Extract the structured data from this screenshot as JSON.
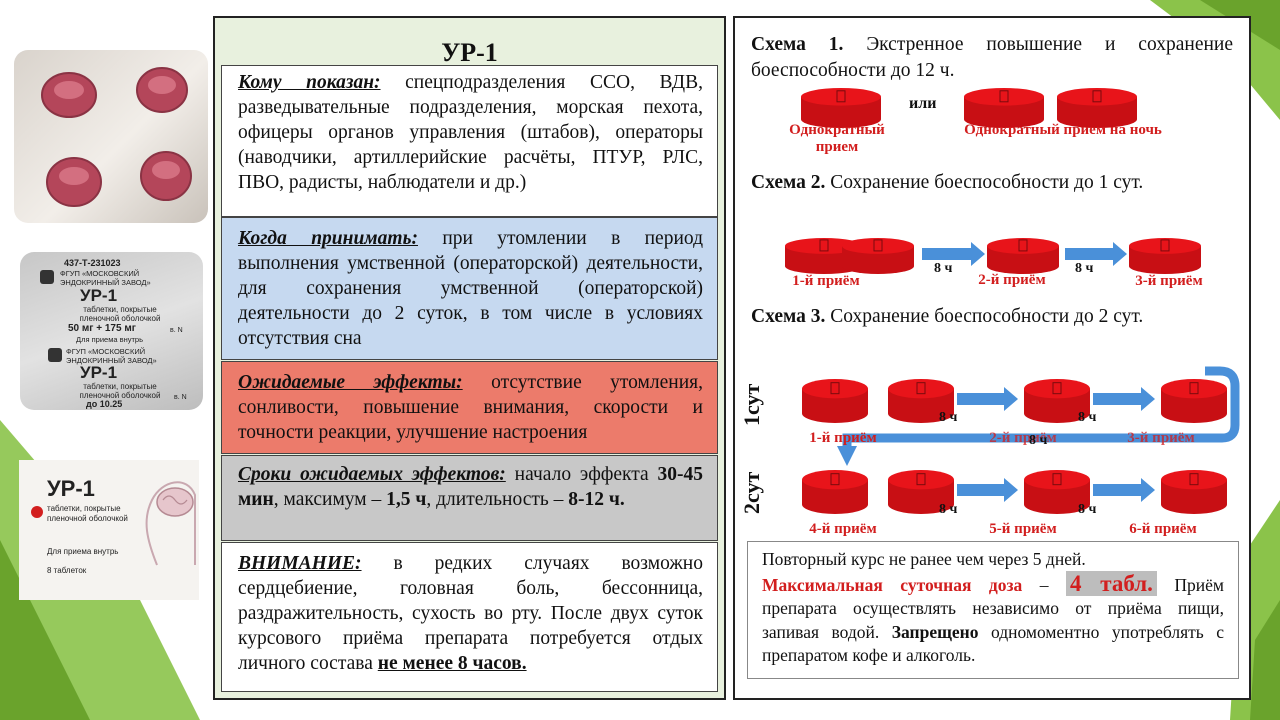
{
  "left": {
    "title": "УР-1",
    "indications": {
      "head": "Кому показан:",
      "text": " спецподразделения ССО, ВДВ, разведывательные подразделения, морская пехота, офицеры органов управления (штабов), операторы (наводчики, артиллерийские расчёты, ПТУР, РЛС, ПВО, радисты, наблюдатели и др.)"
    },
    "when": {
      "head": "Когда принимать:",
      "text": " при утомлении в период выполнения умственной (операторской) деятельности, для сохранения умственной (операторской) деятельности до 2 суток, в том числе в условиях отсутствия сна"
    },
    "effects": {
      "head": "Ожидаемые эффекты:",
      "text": " отсутствие утомления, сонливости, повышение внимания, скорости и точности реакции, улучшение настроения"
    },
    "timing": {
      "head": "Сроки ожидаемых эффектов:",
      "t1": " начало эффекта ",
      "b1": "30-45 мин",
      "t2": ", максимум – ",
      "b2": "1,5 ч",
      "t3": ", длительность – ",
      "b3": "8-12 ч."
    },
    "warning": {
      "head": "ВНИМАНИЕ:",
      "text": " в редких случаях возможно сердцебиение, головная боль, бессонница, раздражительность, сухость во рту. После двух суток курсового приёма препарата потребуется отдых личного состава ",
      "emph": "не менее 8 часов."
    }
  },
  "photos": {
    "box1": {
      "code": "437-Т-231023",
      "maker": "ФГУП «МОСКОВСКИЙ ЭНДОКРИННЫЙ ЗАВОД»",
      "name": "УР-1",
      "desc": "таблетки, покрытые пленочной оболочкой",
      "dose": "50 мг + 175 мг",
      "use": "Для приема внутрь",
      "batch": "в. N",
      "maker2": "ФГУП «МОСКОВСКИЙ ЭНДОКРИННЫЙ ЗАВОД»",
      "name2": "УР-1",
      "desc2": "таблетки, покрытые пленочной оболочкой",
      "exp": "до 10.25",
      "batch2": "в. N"
    },
    "box2": {
      "name": "УР-1",
      "desc": "таблетки, покрытые пленочной оболочкой",
      "use": "Для приема внутрь",
      "count": "8 таблеток"
    }
  },
  "right": {
    "scheme1": {
      "label": "Схема 1.",
      "text": " Экстренное повышение и сохранение боеспособности до 12 ч.",
      "or": "или",
      "cap1": "Однократный прием",
      "cap2": "Однократный прием на ночь"
    },
    "scheme2": {
      "label": "Схема 2.",
      "text": " Сохранение  боеспособности до 1 сут.",
      "hours": "8 ч",
      "c1": "1-й приём",
      "c2": "2-й приём",
      "c3": "3-й приём"
    },
    "scheme3": {
      "label": "Схема 3.",
      "text": " Сохранение  боеспособности до 2 сут.",
      "day1": "1сут",
      "day2": "2сут",
      "hours": "8 ч",
      "c1": "1-й приём",
      "c2": "2-й приём",
      "c3": "3-й приём",
      "c4": "4-й приём",
      "c5": "5-й приём",
      "c6": "6-й приём"
    },
    "note": {
      "t1": "Повторный курс не ранее чем через 5 дней.",
      "red": "Максимальная суточная доза",
      "dash": " – ",
      "dose": "4 табл.",
      "t2": " Приём препарата осуществлять независимо от приёма пищи, запивая водой. ",
      "bold": "Запрещено",
      "t3": " одномоментно употреблять с препаратом кофе и алкоголь."
    }
  },
  "colors": {
    "pill": "#e8141a",
    "arrow": "#4a90d9",
    "red_text": "#d21e1e",
    "green": "#8bc34a"
  }
}
